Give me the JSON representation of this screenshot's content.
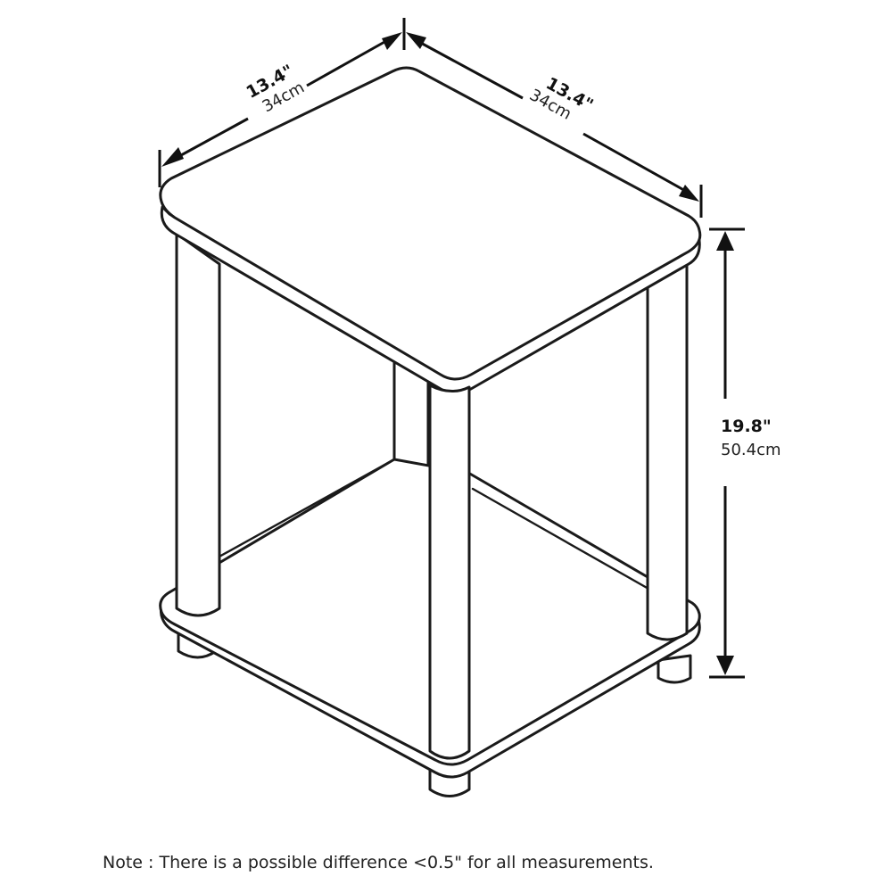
{
  "diagram": {
    "subject": "Two-tier square end table (line drawing)",
    "dimensions": {
      "width_left": {
        "imperial": "13.4\"",
        "metric": "34cm"
      },
      "depth_right": {
        "imperial": "13.4\"",
        "metric": "34cm"
      },
      "height": {
        "imperial": "19.8\"",
        "metric": "50.4cm"
      }
    },
    "note": "Note : There is a possible difference <0.5\" for all measurements.",
    "colors": {
      "line": "#1a1a1a",
      "background": "#ffffff"
    }
  }
}
